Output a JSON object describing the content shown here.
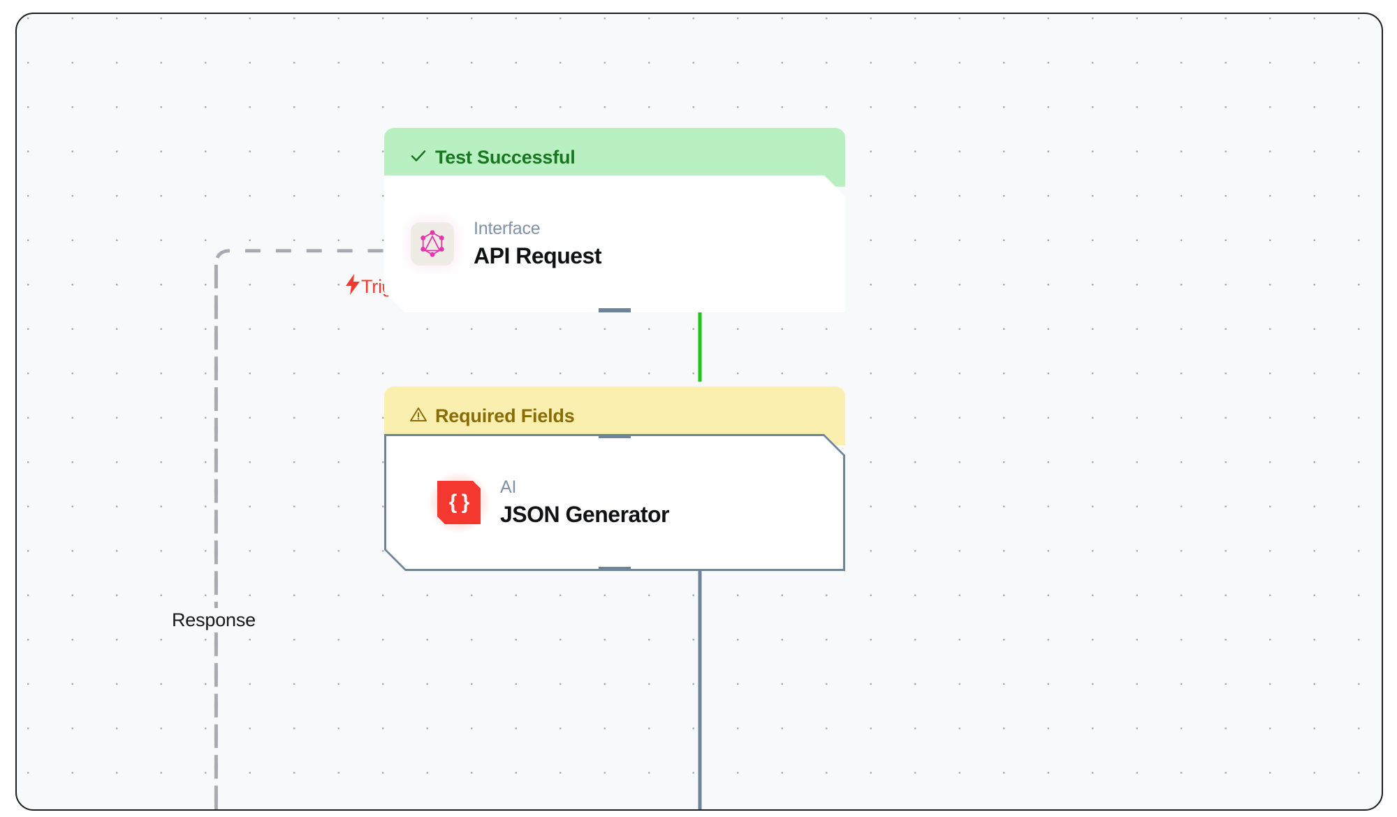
{
  "canvas": {
    "background_color": "#f8f9fb",
    "grid": "dot-grid",
    "border_color": "#1d1d20"
  },
  "edge_labels": {
    "trigger": {
      "text": "Trigger",
      "icon": "lightning-bolt-icon",
      "glyph": "⚡",
      "color": "#ee3b2f"
    },
    "response": {
      "text": "Response",
      "color": "#16181d"
    }
  },
  "edges": [
    {
      "name": "trigger-edge",
      "style": "dashed",
      "color": "#a7aab1",
      "label": "Trigger",
      "from": "external-input",
      "to": "API Request"
    },
    {
      "name": "api-to-json-edge",
      "style": "solid",
      "color": "#22c417",
      "from": "API Request",
      "to": "JSON Generator"
    },
    {
      "name": "json-output-edge",
      "style": "solid",
      "color": "#6d849b",
      "from": "JSON Generator",
      "to": "downstream"
    },
    {
      "name": "response-edge",
      "style": "dashed",
      "color": "#a7aab1",
      "label": "Response"
    }
  ],
  "nodes": [
    {
      "id": "api-request",
      "status": {
        "label": "Test Successful",
        "icon": "check-icon",
        "glyph": "✓",
        "variant": "success",
        "bg_color": "#b9f0c1",
        "text_color": "#18761f"
      },
      "category": "Interface",
      "title": "API Request",
      "icon": "graphql-icon",
      "selected": false,
      "ports": [
        "output-bottom"
      ]
    },
    {
      "id": "json-generator",
      "status": {
        "label": "Required Fields",
        "icon": "warning-triangle-icon",
        "glyph": "⚠",
        "variant": "warning",
        "bg_color": "#faefaf",
        "text_color": "#8a6c06"
      },
      "category": "AI",
      "title": "JSON Generator",
      "icon": "json-braces-icon",
      "icon_glyph": "{ }",
      "selected": true,
      "ports": [
        "input-top",
        "output-bottom"
      ]
    }
  ]
}
